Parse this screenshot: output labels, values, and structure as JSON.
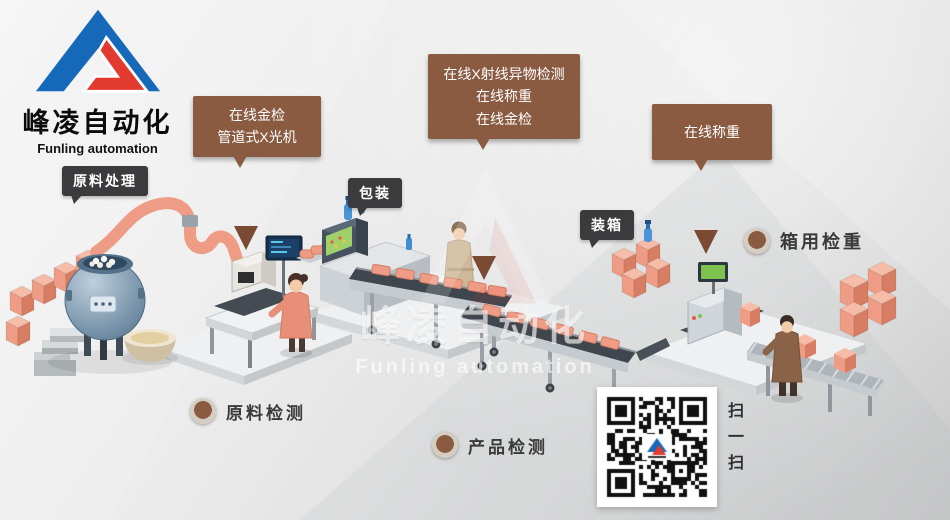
{
  "brand": {
    "logo_cn": "峰凌自动化",
    "logo_en": "Funling automation"
  },
  "watermark": {
    "cn": "峰凌自动化",
    "en": "Funling automation"
  },
  "process_labels": {
    "raw_material": "原料处理",
    "packaging": "包装",
    "boxing": "装箱"
  },
  "callouts": {
    "metal_check": {
      "line1": "在线金检",
      "line2": "管道式X光机"
    },
    "xray_combo": {
      "line1": "在线X射线异物检测",
      "line2": "在线称重",
      "line3": "在线金检"
    },
    "weighing": {
      "line1": "在线称重"
    }
  },
  "stations": {
    "raw_detect": "原料检测",
    "product_detect": "产品检测",
    "box_weigh": "箱用检重"
  },
  "qr": {
    "scan_label": "扫一扫"
  },
  "colors": {
    "callout_brown": "#8a5a41",
    "arrow_brown": "#7a4a33",
    "label_dark": "#3b3b3d",
    "salmon": "#ee9c85",
    "logo_blue": "#1668b8",
    "logo_red": "#e23a2e"
  }
}
